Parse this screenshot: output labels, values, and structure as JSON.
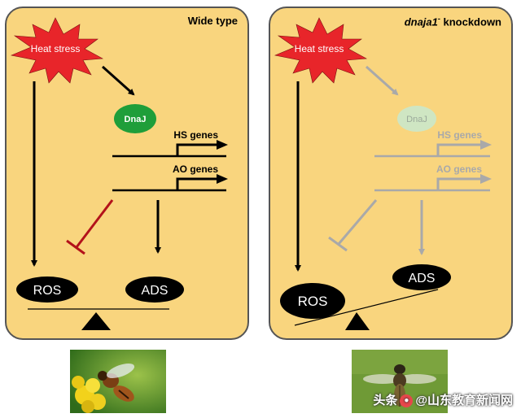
{
  "panels": {
    "left": {
      "title_pre": "",
      "title_italic": "",
      "title_sup": "",
      "title_post": "Wide type",
      "heat_stress": "Heat stress",
      "dnaj": "DnaJ",
      "hs_genes": "HS genes",
      "ao_genes": "AO genes",
      "ros": "ROS",
      "ads": "ADS"
    },
    "right": {
      "title_pre": "",
      "title_italic": "dnaja1",
      "title_sup": "-",
      "title_post": " knockdown",
      "heat_stress": "Heat stress",
      "dnaj": "DnaJ",
      "hs_genes": "HS genes",
      "ao_genes": "AO genes",
      "ros": "ROS",
      "ads": "ADS"
    }
  },
  "watermark": {
    "prefix": "头条",
    "handle": "@山东教育新闻网"
  },
  "colors": {
    "panel_bg": "#f9d57e",
    "starburst": "#e8252a",
    "dnaj_green": "#1f9e3a",
    "dnaj_faded": "#cfe6c3",
    "inhibit_red": "#b3121a",
    "faded_gray": "#a9a9a9"
  }
}
